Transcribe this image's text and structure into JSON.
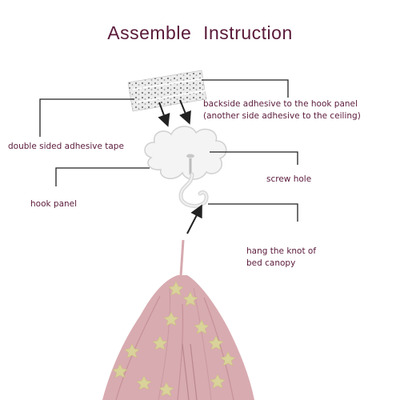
{
  "title": "Assemble  Instruction",
  "labels": {
    "tape_backside": "backside adhesive to the hook panel",
    "tape_other_side": "(another side adhesive to the ceiling)",
    "double_sided": "double sided adhesive tape",
    "screw_hole": "screw hole",
    "hook_panel": "hook panel",
    "hang_line1": "hang the knot of",
    "hang_line2": "bed canopy"
  },
  "colors": {
    "text": "#5a1a3a",
    "canopy": "#d6a9ae",
    "stars": "#d9d29a",
    "leader_lines": "#222222"
  },
  "icons": {
    "adhesive_tape_sheet": "adhesive-tape-icon",
    "cloud_hook_panel": "cloud-hook-panel-icon",
    "hook": "hook-icon",
    "canopy": "bed-canopy-image"
  }
}
